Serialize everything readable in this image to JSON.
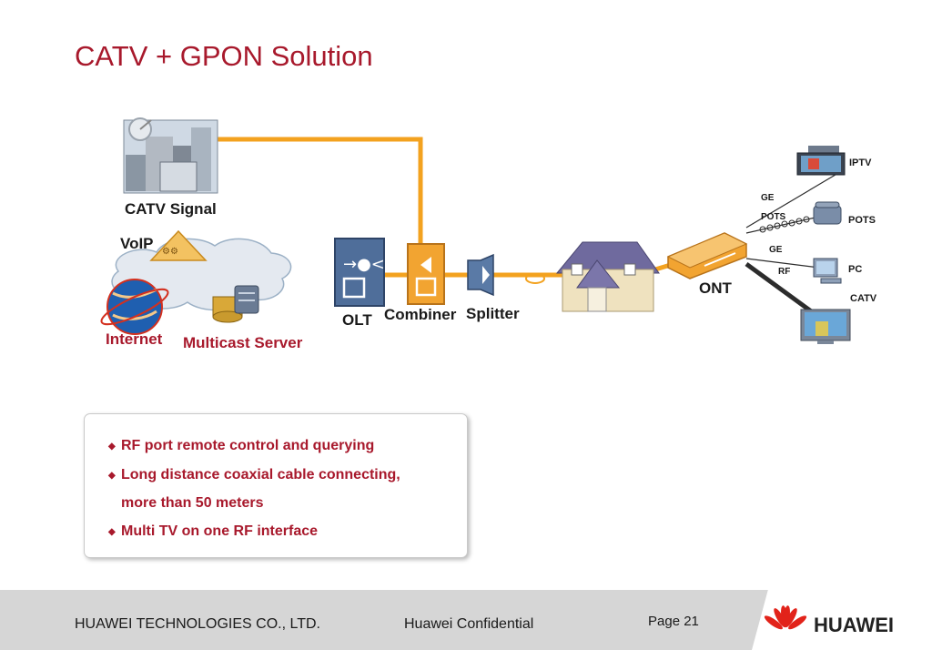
{
  "slide": {
    "title": "CATV + GPON Solution"
  },
  "diagram": {
    "catv_signal": "CATV Signal",
    "voip": "VoIP",
    "internet": "Internet",
    "multicast_server": "Multicast Server",
    "olt": "OLT",
    "combiner": "Combiner",
    "splitter": "Splitter",
    "ont": "ONT",
    "links": {
      "ge_1": "GE",
      "pots_link": "POTS",
      "ge_2": "GE",
      "rf": "RF"
    },
    "devices": {
      "iptv": "IPTV",
      "pots": "POTS",
      "pc": "PC",
      "catv": "CATV"
    }
  },
  "features": [
    "RF port remote control and querying",
    "Long distance coaxial cable connecting,",
    "more than 50 meters",
    "Multi TV on one RF interface"
  ],
  "footer": {
    "company": "HUAWEI TECHNOLOGIES CO., LTD.",
    "confidential": "Huawei Confidential",
    "page": "Page 21",
    "logo_text": "HUAWEI"
  },
  "colors": {
    "title": "#a8192c",
    "fiber": "#f3a21f",
    "device_blue": "#4f6e9a",
    "device_orange": "#f2a431"
  }
}
